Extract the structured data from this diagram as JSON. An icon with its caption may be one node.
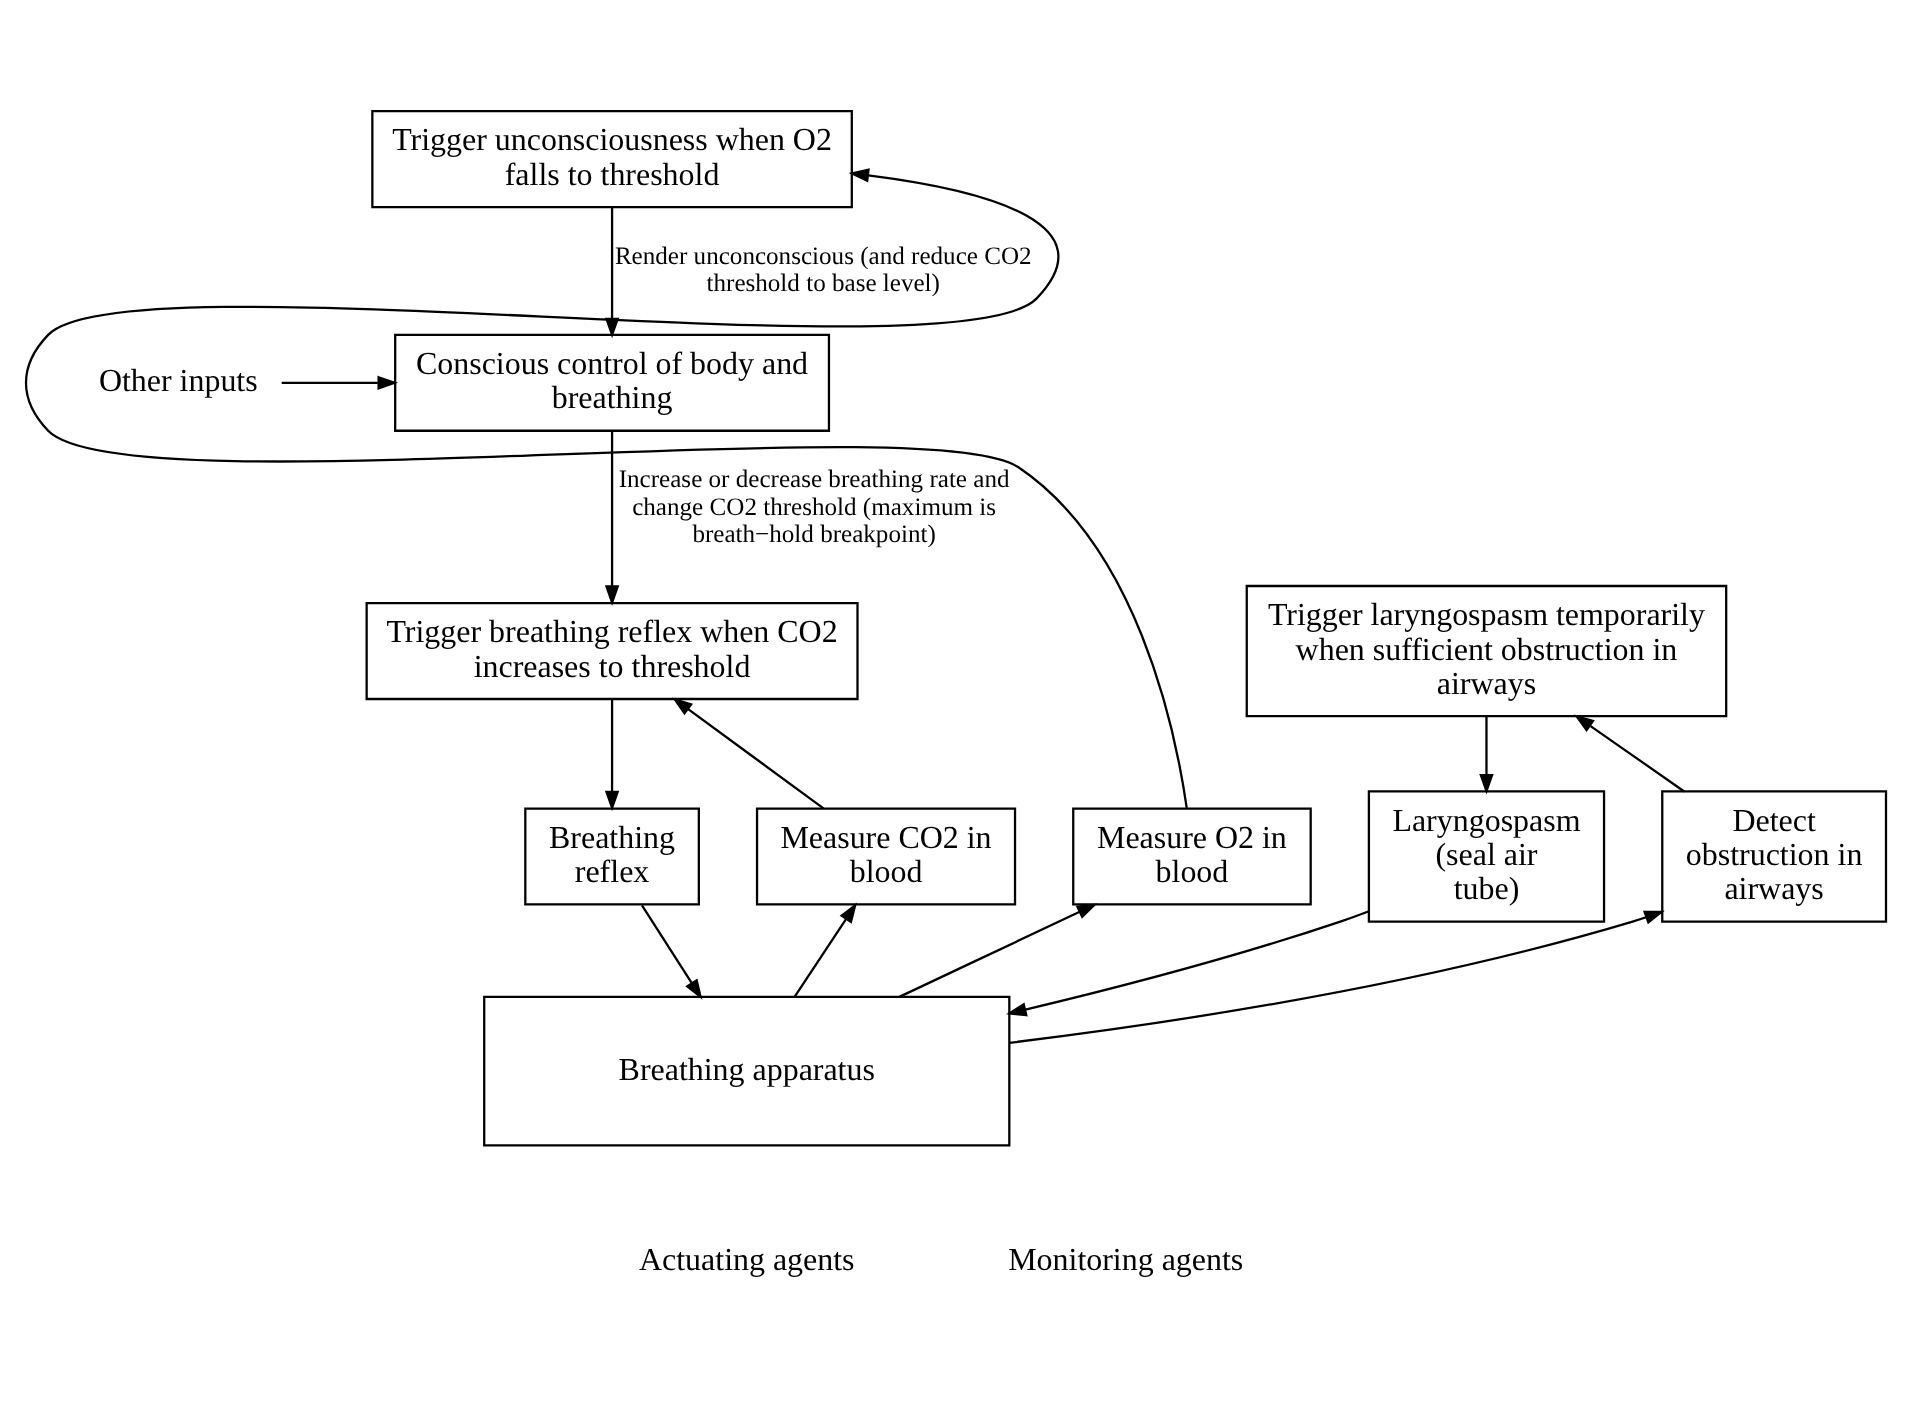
{
  "diagram": {
    "nodes": [
      {
        "text": [
          "Trigger unconsciousness when O2 falls to threshold"
        ]
      },
      {
        "text": [
          "Conscious control of body and breathing"
        ]
      },
      {
        "text": [
          "Other inputs"
        ]
      },
      {
        "text": [
          "Trigger breathing reflex when CO2 increases to threshold"
        ]
      },
      {
        "text": [
          "Trigger laryngospasm temporarily when sufficient obstruction in airways"
        ]
      },
      {
        "text": [
          "Breathing reflex"
        ]
      },
      {
        "text": [
          "Laryngospasm (seal air tube)"
        ]
      },
      {
        "text": [
          "Detect obstruction in airways"
        ]
      },
      {
        "text": [
          "Measure CO2 in blood"
        ]
      },
      {
        "text": [
          "Measure O2 in blood"
        ]
      },
      {
        "text": [
          "Breathing apparatus"
        ]
      }
    ],
    "edges": [
      {
        "from": 0,
        "to": 1,
        "arrow": "to",
        "label": "Render unconconscious (and reduce CO2 threshold to base level)"
      },
      {
        "from": 2,
        "to": 1,
        "arrow": "to"
      },
      {
        "from": 1,
        "to": 3,
        "arrow": "to",
        "label": "Increase or decrease breathing rate and change CO2 threshold (maximum is breath−hold breakpoint)"
      },
      {
        "from": 3,
        "to": 5,
        "arrow": "to"
      },
      {
        "from": 4,
        "to": 6,
        "arrow": "to"
      },
      {
        "from": 5,
        "to": 10,
        "arrow": "to"
      },
      {
        "from": 6,
        "to": 10,
        "arrow": "to"
      },
      {
        "from": 10,
        "to": 7,
        "arrow": "to"
      },
      {
        "from": 10,
        "to": 8,
        "arrow": "to"
      },
      {
        "from": 10,
        "to": 9,
        "arrow": "to"
      },
      {
        "from": 7,
        "to": 4,
        "arrow": "to"
      },
      {
        "from": 8,
        "to": 3,
        "arrow": "to"
      },
      {
        "from": 9,
        "to": 0,
        "arrow": "to"
      }
    ],
    "labels": [
      "Actuating agents",
      "Monitoring agents"
    ]
  }
}
